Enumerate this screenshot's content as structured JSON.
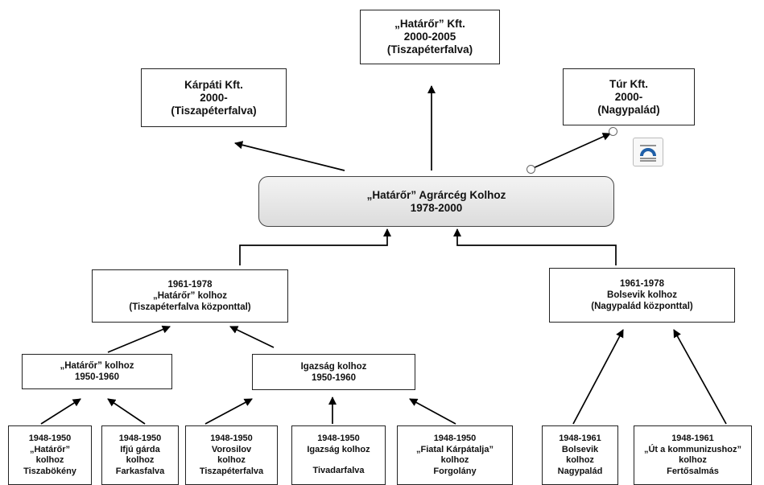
{
  "diagram": {
    "root": {
      "lines": [
        "„Határőr” Agrárcég Kolhoz",
        "1978-2000"
      ]
    },
    "successors": [
      {
        "lines": [
          "Kárpáti Kft.",
          "2000-",
          "(Tiszapéterfalva)"
        ]
      },
      {
        "lines": [
          "„Határőr” Kft.",
          "2000-2005",
          "(Tiszapéterfalva)"
        ]
      },
      {
        "lines": [
          "Túr Kft.",
          "2000-",
          "(Nagypalád)"
        ]
      }
    ],
    "mid": [
      {
        "lines": [
          "1961-1978",
          "„Határőr” kolhoz",
          "(Tiszapéterfalva központtal)"
        ]
      },
      {
        "lines": [
          "1961-1978",
          "Bolsevik kolhoz",
          "(Nagypalád központtal)"
        ]
      }
    ],
    "lower": [
      {
        "lines": [
          "„Határőr” kolhoz",
          "1950-1960"
        ]
      },
      {
        "lines": [
          "Igazság kolhoz",
          "1950-1960"
        ]
      }
    ],
    "bottom": [
      {
        "lines": [
          "1948-1950",
          "„Határőr”",
          "kolhoz",
          "Tiszabökény"
        ]
      },
      {
        "lines": [
          "1948-1950",
          "Ifjú gárda",
          "kolhoz",
          "Farkasfalva"
        ]
      },
      {
        "lines": [
          "1948-1950",
          "Vorosilov",
          "kolhoz",
          "Tiszapéterfalva"
        ]
      },
      {
        "lines": [
          "1948-1950",
          "Igazság kolhoz",
          "",
          "Tivadarfalva"
        ]
      },
      {
        "lines": [
          "1948-1950",
          "„Fiatal Kárpátalja”",
          "kolhoz",
          "Forgolány"
        ]
      },
      {
        "lines": [
          "1948-1961",
          "Bolsevik",
          "kolhoz",
          "Nagypalád"
        ]
      },
      {
        "lines": [
          "1948-1961",
          "„Út a kommunizushoz”",
          "kolhoz",
          "Fertősalmás"
        ]
      }
    ]
  }
}
